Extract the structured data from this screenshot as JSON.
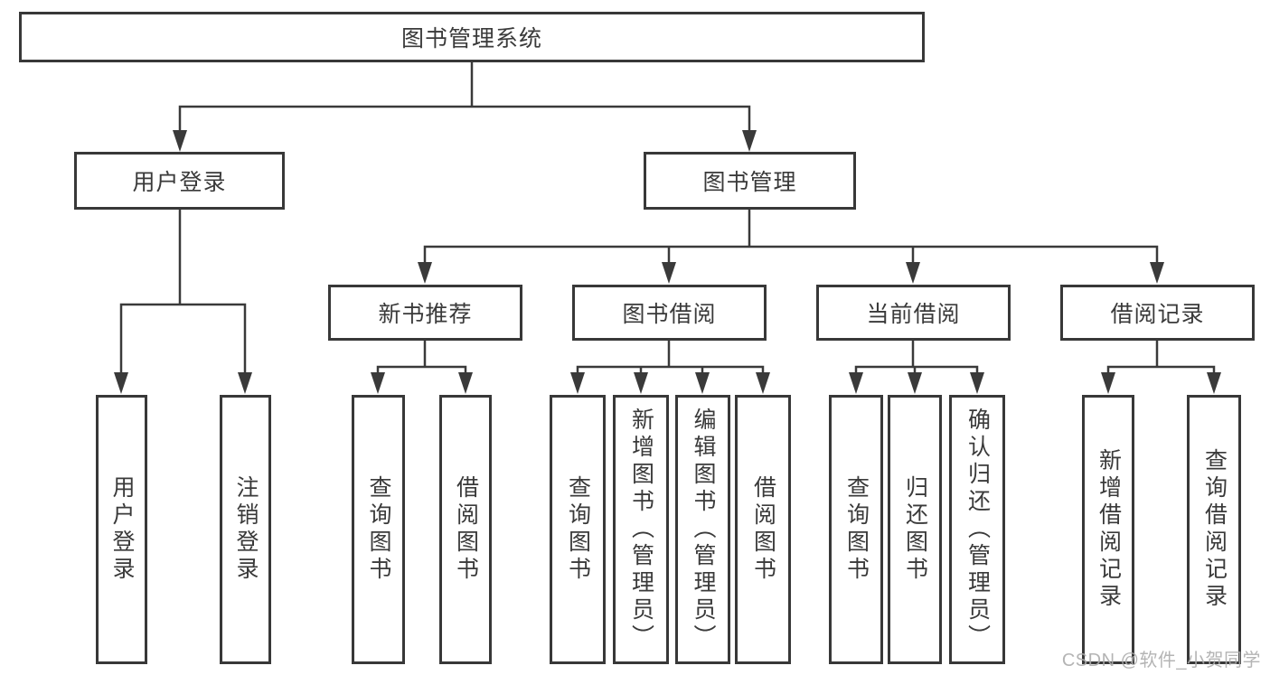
{
  "diagram": {
    "root": "图书管理系统",
    "branches": [
      {
        "label": "用户登录",
        "children": [
          {
            "label": "用户登录"
          },
          {
            "label": "注销登录"
          }
        ]
      },
      {
        "label": "图书管理",
        "children": [
          {
            "label": "新书推荐",
            "children": [
              {
                "label": "查询图书"
              },
              {
                "label": "借阅图书"
              }
            ]
          },
          {
            "label": "图书借阅",
            "children": [
              {
                "label": "查询图书"
              },
              {
                "label": "新增图书（管理员）"
              },
              {
                "label": "编辑图书（管理员）"
              },
              {
                "label": "借阅图书"
              }
            ]
          },
          {
            "label": "当前借阅",
            "children": [
              {
                "label": "查询图书"
              },
              {
                "label": "归还图书"
              },
              {
                "label": "确认归还（管理员）"
              }
            ]
          },
          {
            "label": "借阅记录",
            "children": [
              {
                "label": "新增借阅记录"
              },
              {
                "label": "查询借阅记录"
              }
            ]
          }
        ]
      }
    ]
  },
  "watermark": "CSDN @软件_小贺同学",
  "colors": {
    "background": "#ffffff",
    "box_border": "#383838",
    "text": "#3a3a3a",
    "connector": "#3a3a3a",
    "watermark": "#acacac"
  }
}
